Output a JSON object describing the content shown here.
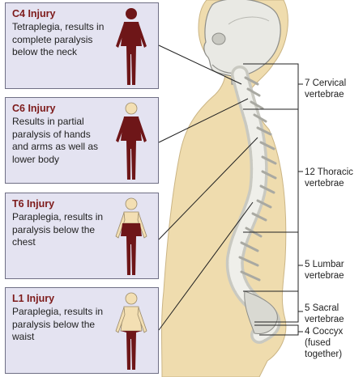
{
  "injuries": [
    {
      "title": "C4 Injury",
      "description": "Tetraplegia, results in complete paralysis below the neck",
      "paralysis": "below-neck"
    },
    {
      "title": "C6 Injury",
      "description": "Results in partial paralysis of hands and arms as well as lower body",
      "paralysis": "hands-arms-lower-body"
    },
    {
      "title": "T6 Injury",
      "description": "Paraplegia, results in paralysis below the chest",
      "paralysis": "below-chest"
    },
    {
      "title": "L1 Injury",
      "description": "Paraplegia, results in paralysis below the waist",
      "paralysis": "below-waist"
    }
  ],
  "vertebrae_groups": [
    {
      "line1": "7 Cervical",
      "line2": "vertebrae",
      "line3": ""
    },
    {
      "line1": "12 Thoracic",
      "line2": "vertebrae",
      "line3": ""
    },
    {
      "line1": "5 Lumbar",
      "line2": "vertebrae",
      "line3": ""
    },
    {
      "line1": "5 Sacral",
      "line2": "vertebrae",
      "line3": ""
    },
    {
      "line1": "4 Coccyx",
      "line2": "(fused",
      "line3": "together)"
    }
  ],
  "colors": {
    "paralyzed": "#6e1618",
    "unaffected": "#f3dfb3",
    "skin": "#f0dfae",
    "card_bg": "#e4e3f1",
    "title_red": "#7d1a1a"
  }
}
